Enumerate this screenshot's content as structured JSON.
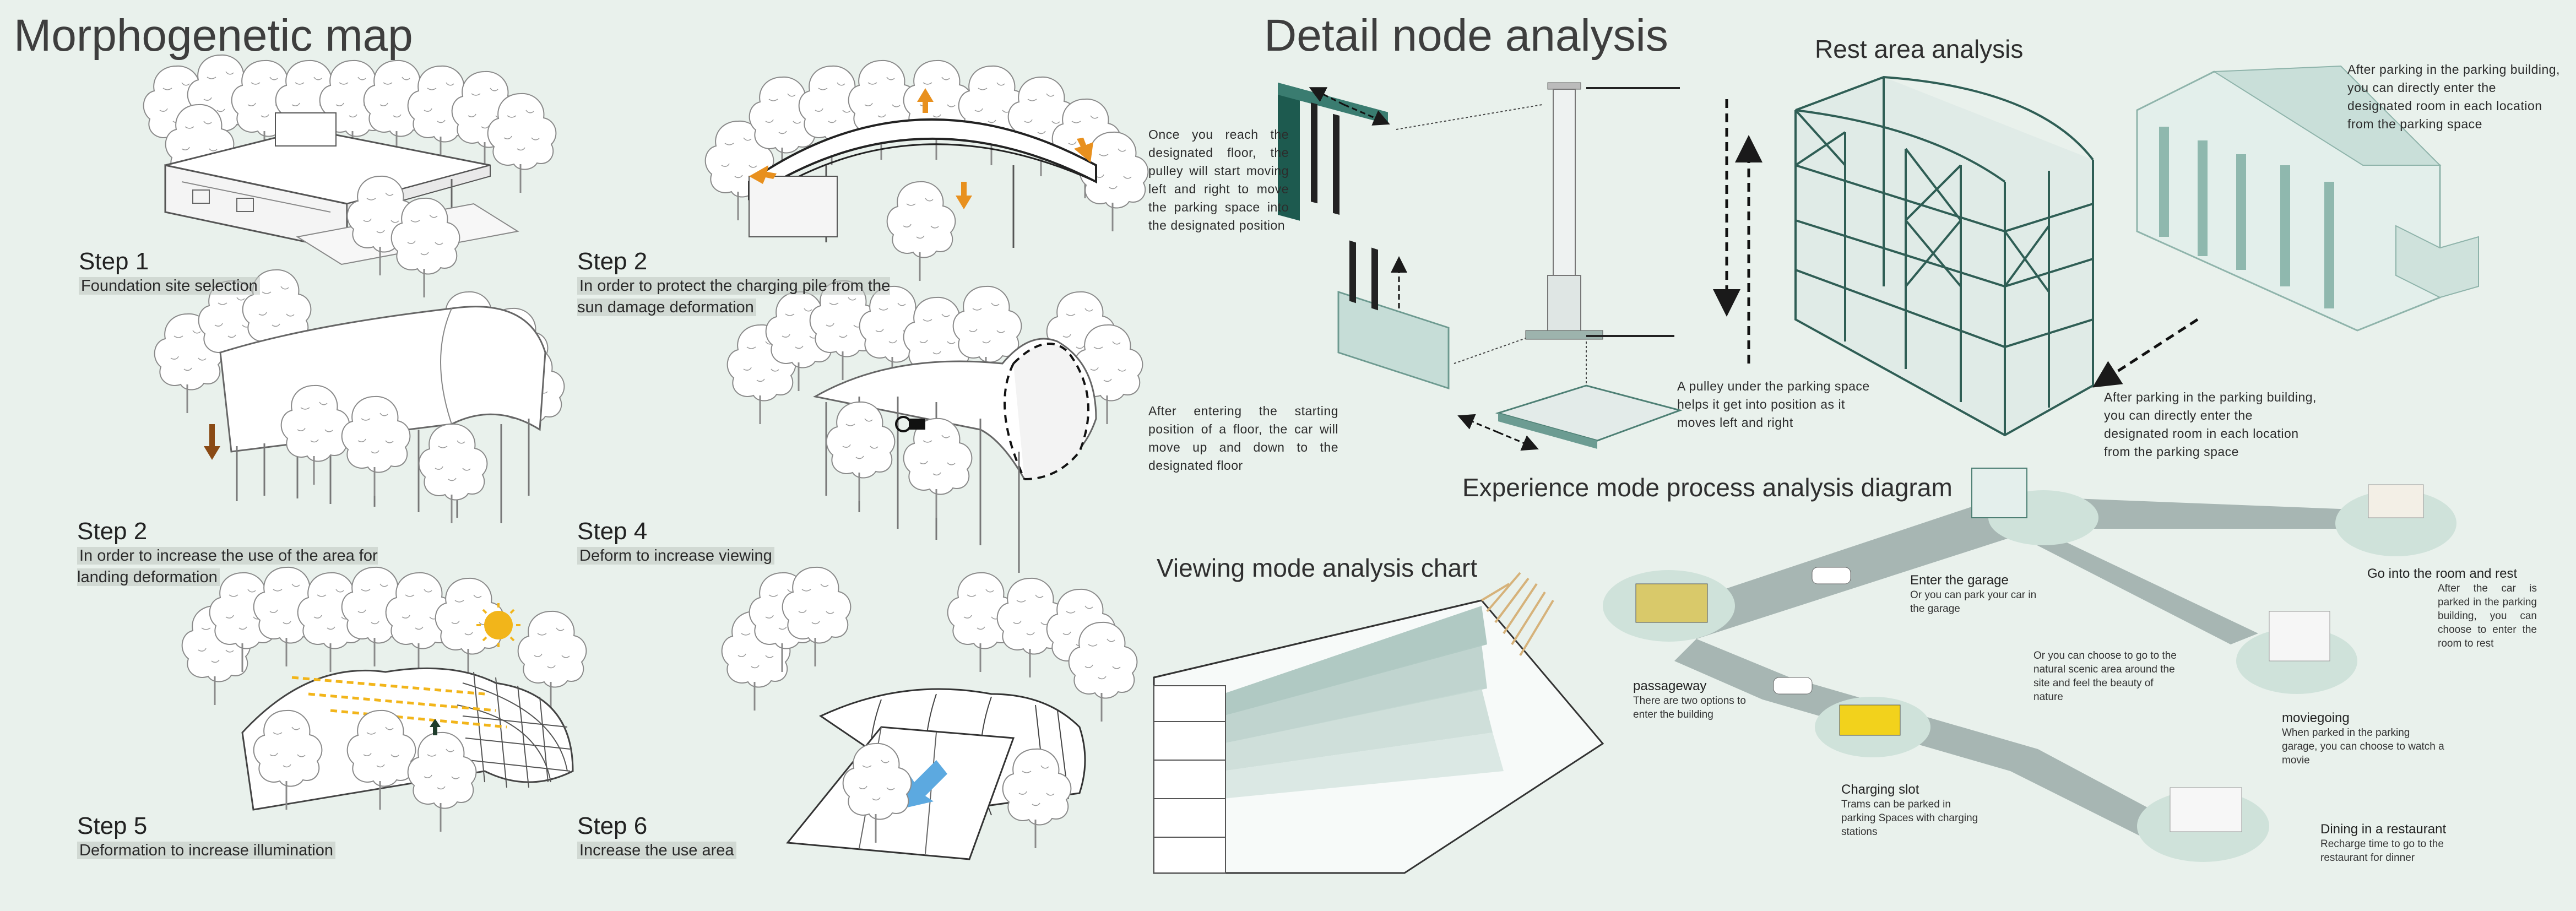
{
  "colors": {
    "background": "#e9f1ec",
    "steel": "#5f8f86",
    "glass": "#b9d3cc",
    "road": "#a8b4b2",
    "ground": "#cfe2da",
    "arrow_orange": "#e8901e",
    "sun": "#f2b51a"
  },
  "left": {
    "title": "Morphogenetic map",
    "steps": [
      {
        "label": "Step 1",
        "caption": "Foundation site selection"
      },
      {
        "label": "Step 2",
        "caption": "In order to protect the charging pile from the sun damage deformation"
      },
      {
        "label": "Step 2",
        "caption": "In order to increase the use of the area for landing deformation"
      },
      {
        "label": "Step 4",
        "caption": "Deform to increase viewing"
      },
      {
        "label": "Step 5",
        "caption": "Deformation to increase illumination"
      },
      {
        "label": "Step 6",
        "caption": "Increase the use area"
      }
    ]
  },
  "detail": {
    "title": "Detail node analysis",
    "note_pulley": "Once you reach the designated floor, the pulley will start moving left and right to move the parking space into the designated position",
    "note_floor": "After entering the starting position of a floor, the car will move up and down to the designated floor",
    "note_under": "A pulley under the parking space helps it get into position as it moves left and right"
  },
  "rest": {
    "title": "Rest area analysis",
    "note_top": "After parking in the parking building, you can directly enter the designated room in each location from the parking space",
    "note_bottom": "After parking in the parking building, you can directly enter the designated room in each location from the parking space"
  },
  "experience": {
    "title": "Experience mode process analysis diagram",
    "nodes": [
      {
        "title": "Enter the garage",
        "desc": "Or you can park your car in the garage"
      },
      {
        "title": "Go into the room and rest",
        "desc": "After the car is parked in the parking building, you can choose to enter the room to rest"
      },
      {
        "title": "passageway",
        "desc": "There are two options to enter the building"
      },
      {
        "title": "",
        "desc": "Or you can choose to go to the natural scenic area around the site and feel the beauty of nature"
      },
      {
        "title": "moviegoing",
        "desc": "When parked in the parking garage, you can choose to watch a movie"
      },
      {
        "title": "Charging slot",
        "desc": "Trams can be parked in parking Spaces with charging stations"
      },
      {
        "title": "Dining in a restaurant",
        "desc": "Recharge time to go to the restaurant for dinner"
      }
    ]
  },
  "viewing": {
    "title": "Viewing mode analysis chart"
  }
}
